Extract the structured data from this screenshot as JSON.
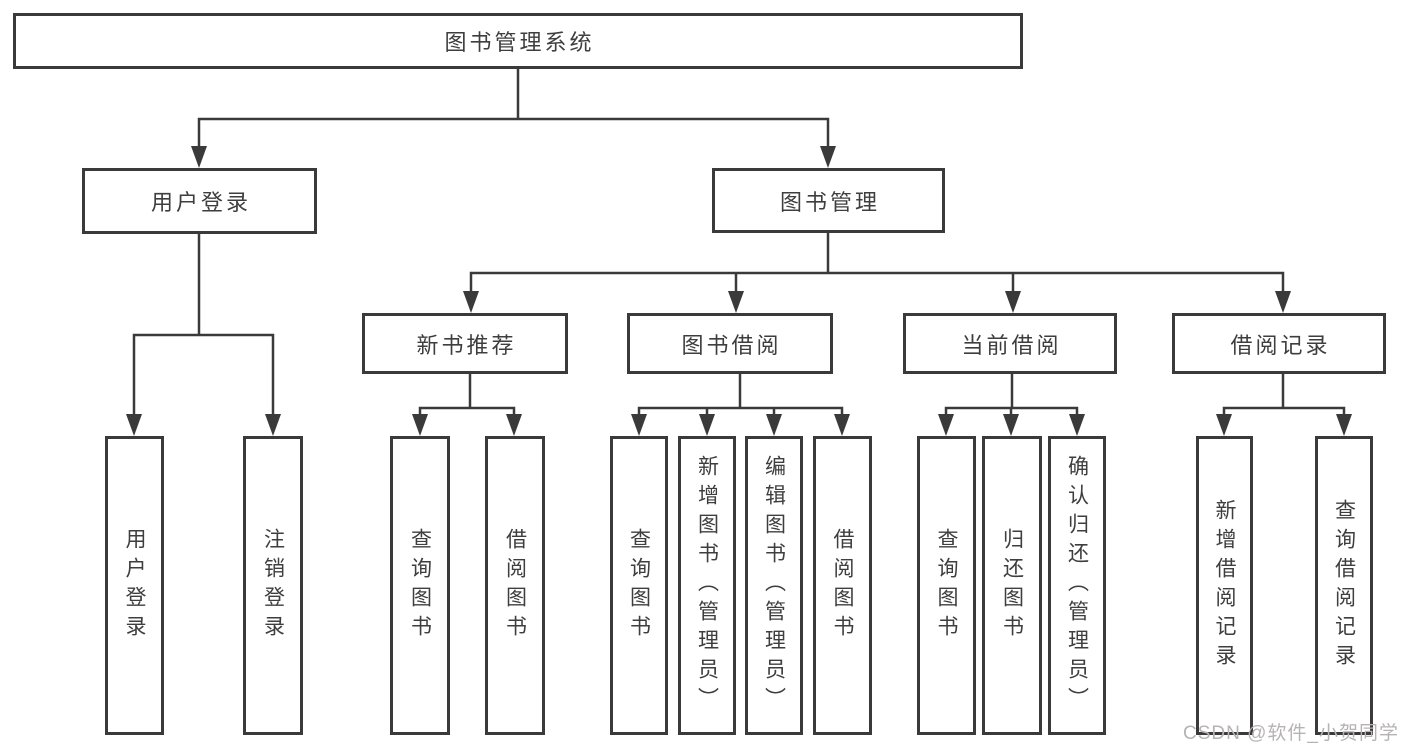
{
  "tree": {
    "label": "图书管理系统",
    "children": [
      {
        "label": "用户登录",
        "children": [
          {
            "label": "用户登录"
          },
          {
            "label": "注销登录"
          }
        ]
      },
      {
        "label": "图书管理",
        "children": [
          {
            "label": "新书推荐",
            "children": [
              {
                "label": "查询图书"
              },
              {
                "label": "借阅图书"
              }
            ]
          },
          {
            "label": "图书借阅",
            "children": [
              {
                "label": "查询图书"
              },
              {
                "label": "新增图书（管理员）"
              },
              {
                "label": "编辑图书（管理员）"
              },
              {
                "label": "借阅图书"
              }
            ]
          },
          {
            "label": "当前借阅",
            "children": [
              {
                "label": "查询图书"
              },
              {
                "label": "归还图书"
              },
              {
                "label": "确认归还（管理员）"
              }
            ]
          },
          {
            "label": "借阅记录",
            "children": [
              {
                "label": "新增借阅记录"
              },
              {
                "label": "查询借阅记录"
              }
            ]
          }
        ]
      }
    ]
  },
  "watermark": {
    "text": "CSDN @软件_小贺同学"
  },
  "colors": {
    "line": "#3a3a3a",
    "box_border": "#3a3a3a",
    "text": "#3e3e3e",
    "watermark": "#b7b3b3",
    "background": "#ffffff"
  }
}
